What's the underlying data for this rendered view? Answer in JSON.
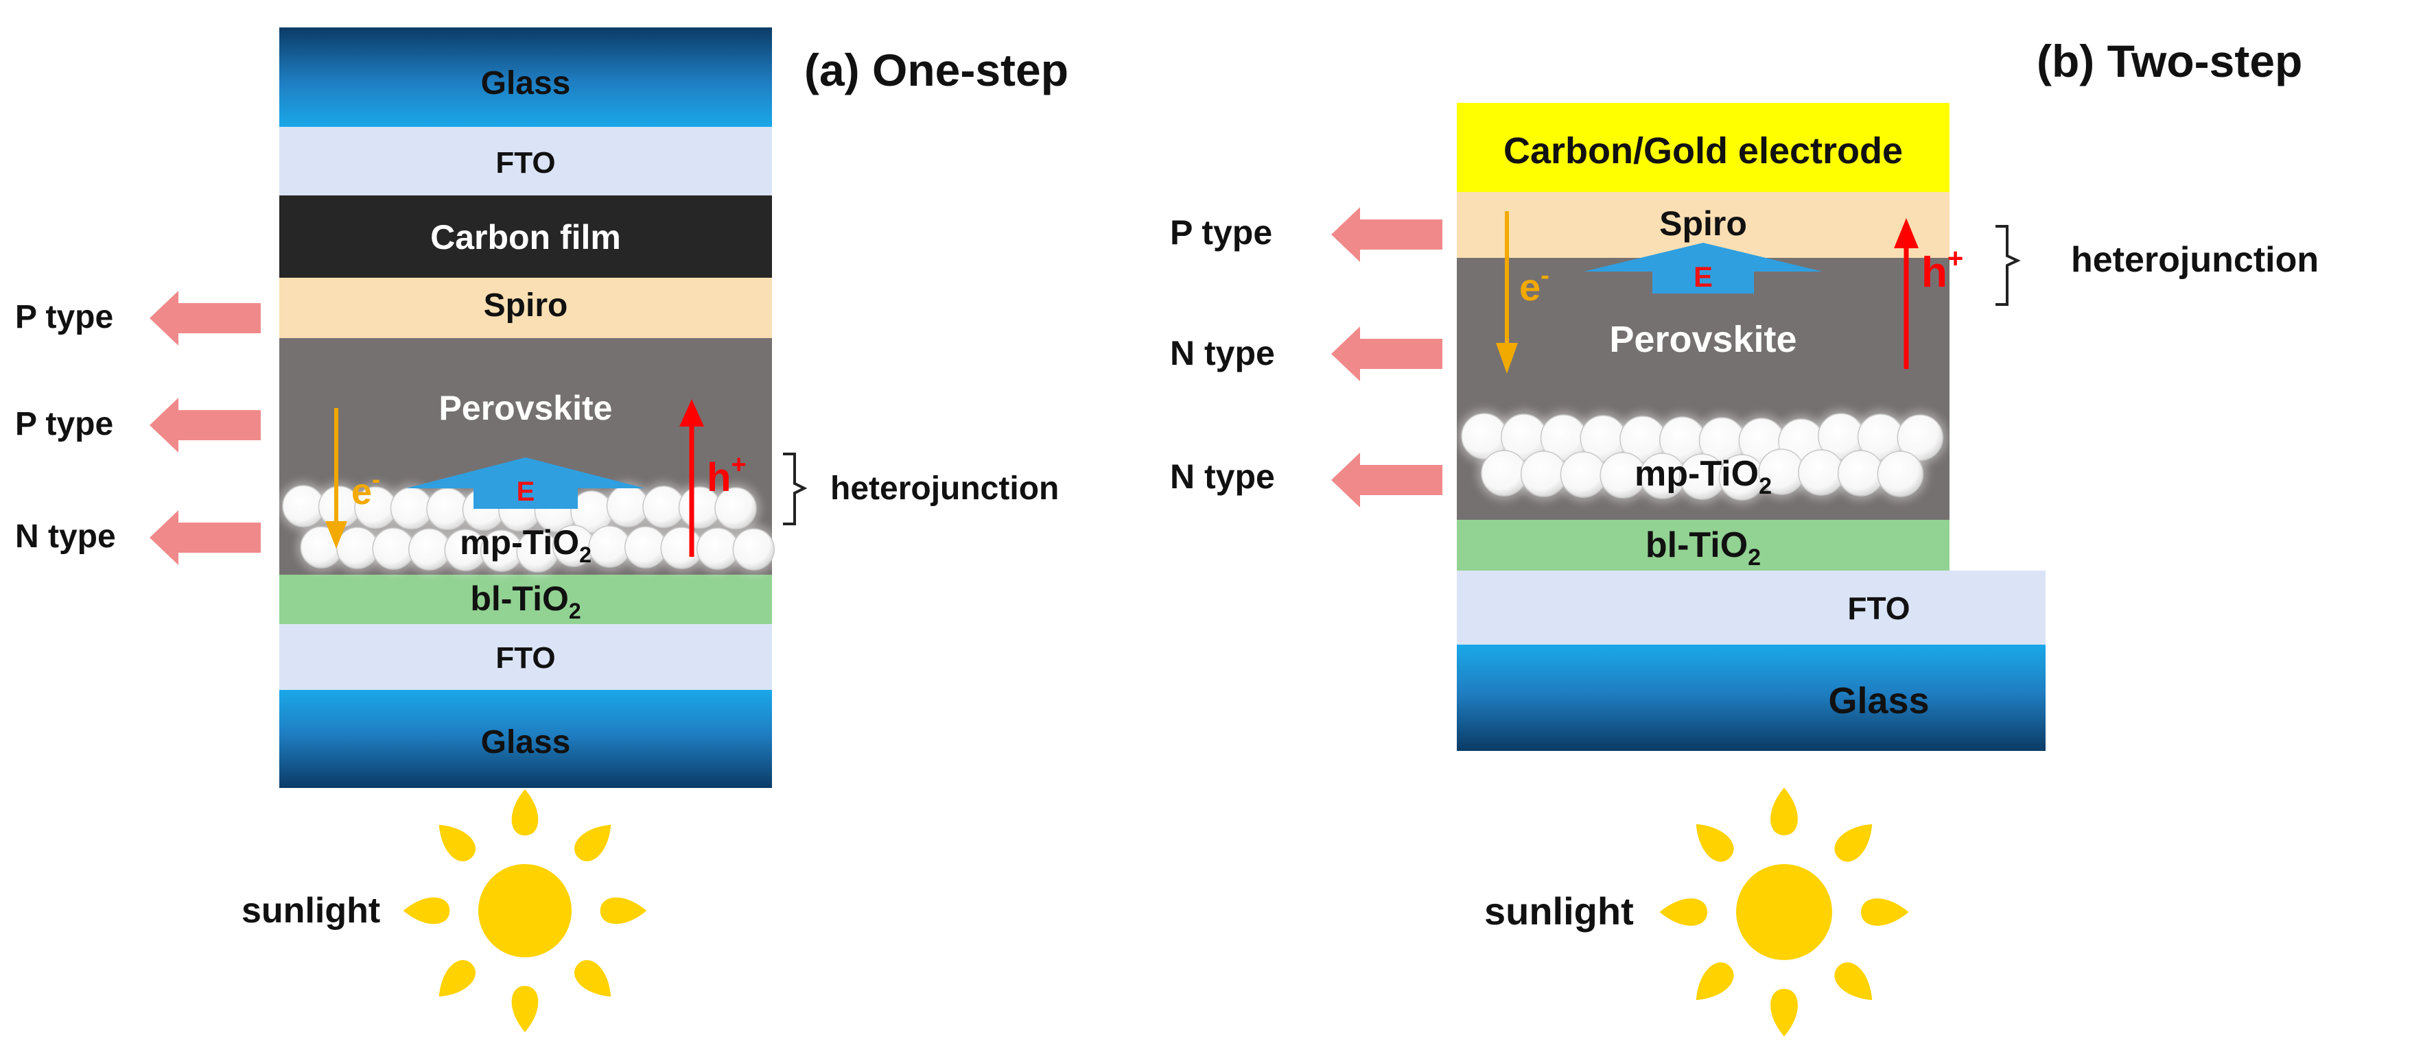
{
  "colors": {
    "glass_top": "#0a3a63",
    "glass_mid": "#1e7dbf",
    "glass_light": "#17a6e6",
    "fto": "#dbe4f7",
    "carbon": "#262626",
    "spiro": "#f9dfb3",
    "perovskite": "#767171",
    "bl_tio2": "#92d293",
    "electrode": "#ffff00",
    "field_arrow": "#2f9fe0",
    "electron": "#f2a900",
    "hole": "#ff0000",
    "type_arrow": "#f08a8a",
    "sun": "#ffd200"
  },
  "panel_a": {
    "title": "(a) One-step",
    "layers": {
      "glass_top": "Glass",
      "fto_top": "FTO",
      "carbon": "Carbon film",
      "spiro": "Spiro",
      "perovskite": "Perovskite",
      "mp_tio2": "mp-TiO",
      "bl_tio2": "bl-TiO",
      "fto_bottom": "FTO",
      "glass_bottom": "Glass"
    },
    "subscript": "2",
    "field_label": "E",
    "electron_label": "e",
    "electron_sup": "-",
    "hole_label": "h",
    "hole_sup": "+",
    "junction_label": "heterojunction",
    "type_labels": [
      "P type",
      "P type",
      "N type"
    ],
    "sunlight_label": "sunlight"
  },
  "panel_b": {
    "title": "(b) Two-step",
    "layers": {
      "electrode": "Carbon/Gold electrode",
      "spiro": "Spiro",
      "perovskite": "Perovskite",
      "mp_tio2": "mp-TiO",
      "bl_tio2": "bl-TiO",
      "fto": "FTO",
      "glass": "Glass"
    },
    "subscript": "2",
    "field_label": "E",
    "electron_label": "e",
    "electron_sup": "-",
    "hole_label": "h",
    "hole_sup": "+",
    "junction_label": "heterojunction",
    "type_labels": [
      "P type",
      "N type",
      "N type"
    ],
    "sunlight_label": "sunlight"
  }
}
